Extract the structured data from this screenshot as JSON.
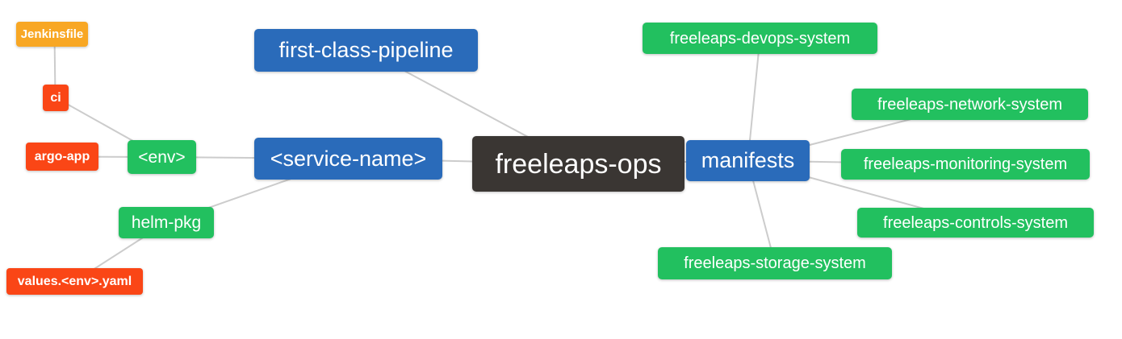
{
  "diagram": {
    "title": "freeleaps-ops repository structure mindmap",
    "background": "#ffffff",
    "edge_color": "#cccccc"
  },
  "palette": {
    "blue": "#2a6bba",
    "green": "#22c05f",
    "red": "#fa4616",
    "orange": "#f8a724",
    "dark": "#3a3633",
    "text": "#ffffff"
  },
  "nodes": [
    {
      "id": "jenkinsfile",
      "label": "Jenkinsfile",
      "color": "orange"
    },
    {
      "id": "ci",
      "label": "ci",
      "color": "red"
    },
    {
      "id": "argo-app",
      "label": "argo-app",
      "color": "red"
    },
    {
      "id": "env",
      "label": "<env>",
      "color": "green"
    },
    {
      "id": "helm-pkg",
      "label": "helm-pkg",
      "color": "green"
    },
    {
      "id": "values-env-yaml",
      "label": "values.<env>.yaml",
      "color": "red"
    },
    {
      "id": "first-class-pipeline",
      "label": "first-class-pipeline",
      "color": "blue"
    },
    {
      "id": "service-name",
      "label": "<service-name>",
      "color": "blue"
    },
    {
      "id": "freeleaps-ops",
      "label": "freeleaps-ops",
      "color": "dark"
    },
    {
      "id": "manifests",
      "label": "manifests",
      "color": "blue"
    },
    {
      "id": "freeleaps-devops-system",
      "label": "freeleaps-devops-system",
      "color": "green"
    },
    {
      "id": "freeleaps-network-system",
      "label": "freeleaps-network-system",
      "color": "green"
    },
    {
      "id": "freeleaps-monitoring-system",
      "label": "freeleaps-monitoring-system",
      "color": "green"
    },
    {
      "id": "freeleaps-controls-system",
      "label": "freeleaps-controls-system",
      "color": "green"
    },
    {
      "id": "freeleaps-storage-system",
      "label": "freeleaps-storage-system",
      "color": "green"
    }
  ],
  "edges": [
    {
      "from": "jenkinsfile",
      "to": "ci"
    },
    {
      "from": "ci",
      "to": "env"
    },
    {
      "from": "argo-app",
      "to": "env"
    },
    {
      "from": "env",
      "to": "service-name"
    },
    {
      "from": "helm-pkg",
      "to": "service-name"
    },
    {
      "from": "values-env-yaml",
      "to": "helm-pkg"
    },
    {
      "from": "first-class-pipeline",
      "to": "freeleaps-ops"
    },
    {
      "from": "service-name",
      "to": "freeleaps-ops"
    },
    {
      "from": "freeleaps-ops",
      "to": "manifests"
    },
    {
      "from": "manifests",
      "to": "freeleaps-devops-system"
    },
    {
      "from": "manifests",
      "to": "freeleaps-network-system"
    },
    {
      "from": "manifests",
      "to": "freeleaps-monitoring-system"
    },
    {
      "from": "manifests",
      "to": "freeleaps-controls-system"
    },
    {
      "from": "manifests",
      "to": "freeleaps-storage-system"
    }
  ]
}
